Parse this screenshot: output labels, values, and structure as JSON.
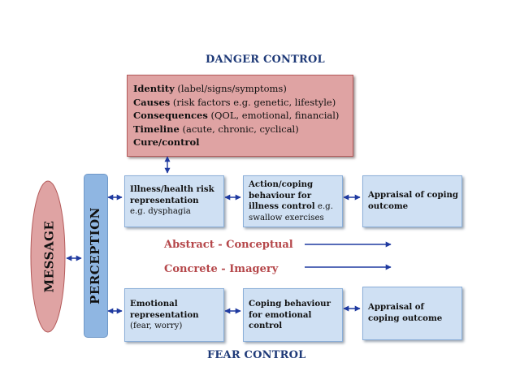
{
  "headers": {
    "danger_control": "DANGER CONTROL",
    "fear_control": "FEAR CONTROL"
  },
  "representation_box": {
    "lines": [
      {
        "bold": "Identity",
        "rest": " (label/signs/symptoms)"
      },
      {
        "bold": "Causes",
        "rest": " (risk factors e.g. genetic, lifestyle)"
      },
      {
        "bold": "Consequences",
        "rest": " (QOL, emotional, financial)"
      },
      {
        "bold": "Timeline",
        "rest": " (acute, chronic, cyclical)"
      },
      {
        "bold": "Cure/control",
        "rest": ""
      }
    ]
  },
  "message_label": "MESSAGE",
  "perception_label": "PERCEPTION",
  "boxes": {
    "illness_rep": {
      "l1": "Illness/health risk",
      "l2": "representation",
      "l3": "e.g. dysphagia"
    },
    "action_coping": {
      "l1": "Action/coping",
      "l2": "behaviour for",
      "l3_bold": "illness control",
      "l3_rest": " e.g.",
      "l4": "swallow exercises"
    },
    "appraisal_top": {
      "l1": "Appraisal of coping",
      "l2": "outcome"
    },
    "emotional_rep": {
      "l1": "Emotional",
      "l2": "representation",
      "l3": "(fear, worry)"
    },
    "coping_emotional": {
      "l1": "Coping behaviour",
      "l2": "for emotional",
      "l3": "control"
    },
    "appraisal_bottom": {
      "l1": "Appraisal of",
      "l2": "coping outcome"
    }
  },
  "legend": {
    "abstract": "Abstract - Conceptual",
    "concrete": "Concrete - Imagery"
  },
  "colors": {
    "header_blue": "#1f3a78",
    "red_fill": "#dfa3a3",
    "blue_fill": "#cfe0f3",
    "perception_fill": "#8fb6e2",
    "legend_red": "#b5474a",
    "arrow": "#1f3aa0"
  }
}
